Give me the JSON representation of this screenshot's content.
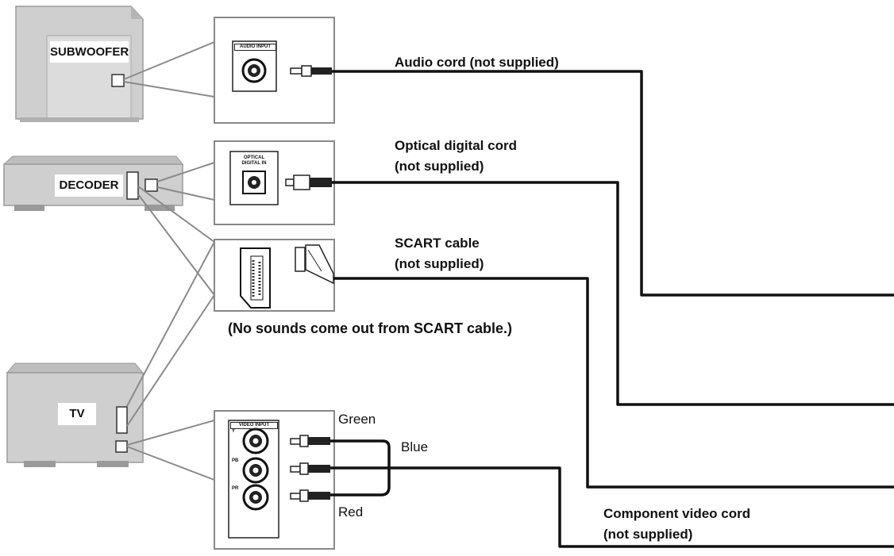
{
  "devices": {
    "subwoofer": "SUBWOOFER",
    "decoder": "DECODER",
    "tv": "TV"
  },
  "panels": {
    "audio_input": "AUDIO INPUT",
    "optical_line1": "OPTICAL",
    "optical_line2": "DIGITAL IN",
    "video_input": "VIDEO INPUT",
    "jack_y": "Y",
    "jack_pb": "PB",
    "jack_pr": "PR"
  },
  "labels": {
    "audio_cord": "Audio cord (not supplied)",
    "optical_cord_line1": "Optical digital cord",
    "optical_cord_line2": "(not supplied)",
    "scart_cable_line1": "SCART cable",
    "scart_cable_line2": "(not supplied)",
    "scart_note": "(No sounds come out from SCART cable.)",
    "green": "Green",
    "blue": "Blue",
    "red": "Red",
    "component_cord_line1": "Component video cord",
    "component_cord_line2": "(not supplied)"
  }
}
